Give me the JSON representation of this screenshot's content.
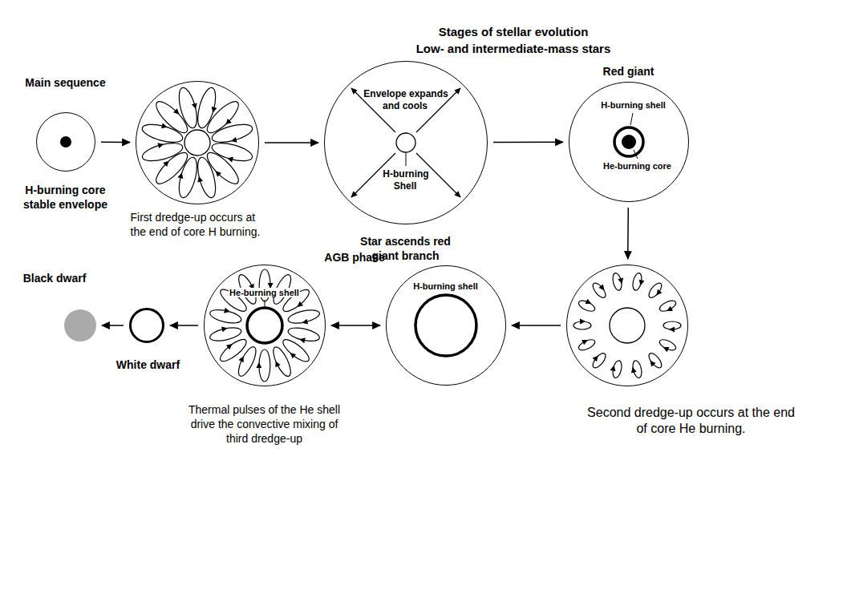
{
  "diagram": {
    "title": "Stages of stellar evolution",
    "nodes": [
      {
        "text": [
          "Main sequence",
          "H-burning core stable envelope"
        ]
      },
      {
        "text": [
          "First dredge-up occurs at the end of core H burning."
        ]
      },
      {
        "text": [
          "Envelope expands and cools",
          "H-burning Shell",
          "Star ascends red giant branch"
        ]
      },
      {
        "text": [
          "Red giant",
          "H-burning shell",
          "He-burning core"
        ]
      },
      {
        "text": [
          "Second dredge-up occurs at the end of core He burning."
        ]
      },
      {
        "text": [
          "H-burning shell"
        ]
      },
      {
        "text": [
          "He-burning shell",
          "Thermal pulses of the He shell drive the convective mixing of third dredge-up"
        ]
      },
      {
        "text": [
          "White dwarf"
        ]
      },
      {
        "text": [
          "Black dwarf"
        ]
      }
    ],
    "edges": [
      {
        "from": 0,
        "to": 1,
        "arrow": "to"
      },
      {
        "from": 1,
        "to": 2,
        "arrow": "to"
      },
      {
        "from": 2,
        "to": 3,
        "arrow": "to"
      },
      {
        "from": 3,
        "to": 4,
        "arrow": "to"
      },
      {
        "from": 4,
        "to": 5,
        "arrow": "to"
      },
      {
        "from": 5,
        "to": 6,
        "arrow": "both"
      },
      {
        "from": 6,
        "to": 7,
        "arrow": "to"
      },
      {
        "from": 7,
        "to": 8,
        "arrow": "to"
      }
    ],
    "labels": [
      "Low- and intermediate-mass stars",
      "AGB phase"
    ]
  }
}
